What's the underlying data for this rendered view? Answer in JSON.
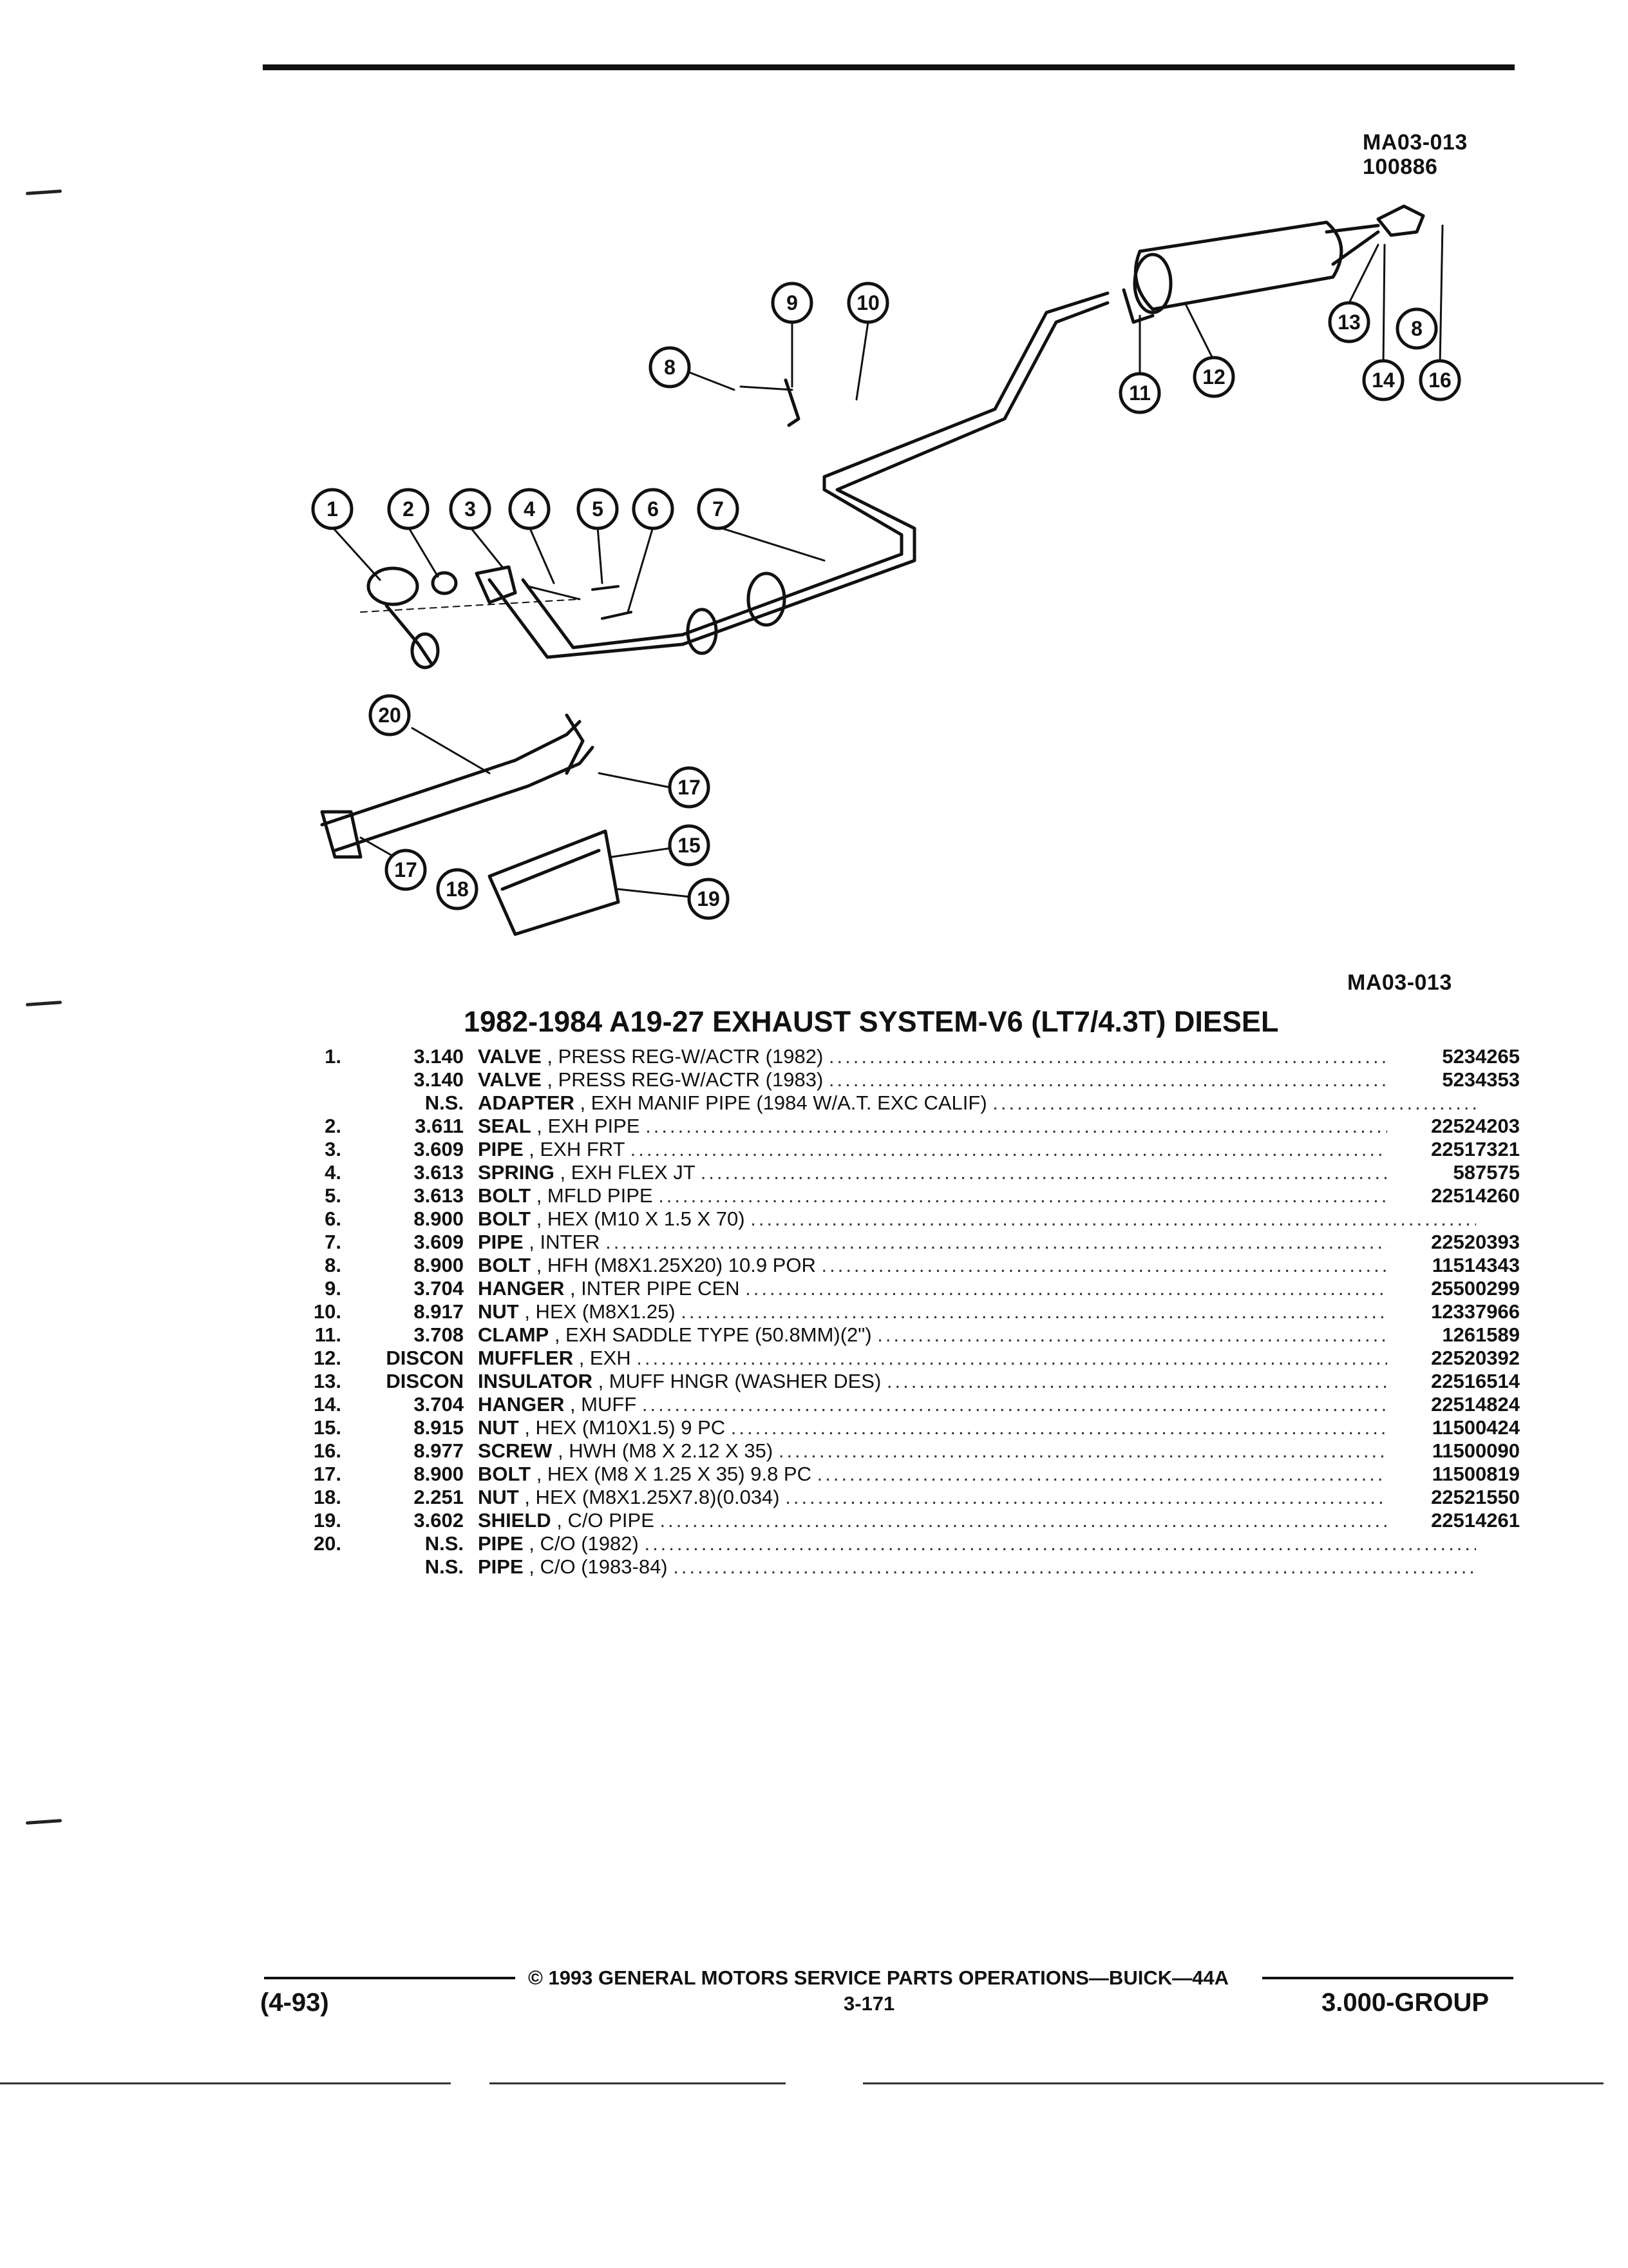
{
  "diagram": {
    "ref_code_top": "MA03-013",
    "ref_number": "100886",
    "ref_code_bottom": "MA03-013",
    "callouts": [
      "1",
      "2",
      "3",
      "4",
      "5",
      "6",
      "7",
      "8",
      "9",
      "10",
      "11",
      "12",
      "13",
      "14",
      "16",
      "8",
      "17",
      "15",
      "17",
      "18",
      "19",
      "20"
    ]
  },
  "title": "1982-1984 A19-27 EXHAUST SYSTEM-V6 (LT7/4.3T) DIESEL",
  "parts": [
    {
      "num": "1.",
      "group": "3.140",
      "name": "VALVE",
      "detail": "PRESS REG-W/ACTR (1982)",
      "part": "5234265"
    },
    {
      "num": "",
      "group": "3.140",
      "name": "VALVE",
      "detail": "PRESS REG-W/ACTR (1983)",
      "part": "5234353"
    },
    {
      "num": "",
      "group": "N.S.",
      "name": "ADAPTER",
      "detail": "EXH MANIF PIPE (1984 W/A.T. EXC CALIF)",
      "part": ""
    },
    {
      "num": "2.",
      "group": "3.611",
      "name": "SEAL",
      "detail": "EXH PIPE",
      "part": "22524203"
    },
    {
      "num": "3.",
      "group": "3.609",
      "name": "PIPE",
      "detail": "EXH FRT",
      "part": "22517321"
    },
    {
      "num": "4.",
      "group": "3.613",
      "name": "SPRING",
      "detail": "EXH FLEX JT",
      "part": "587575"
    },
    {
      "num": "5.",
      "group": "3.613",
      "name": "BOLT",
      "detail": "MFLD PIPE",
      "part": "22514260"
    },
    {
      "num": "6.",
      "group": "8.900",
      "name": "BOLT",
      "detail": "HEX (M10 X 1.5 X 70)",
      "part": ""
    },
    {
      "num": "7.",
      "group": "3.609",
      "name": "PIPE",
      "detail": "INTER",
      "part": "22520393"
    },
    {
      "num": "8.",
      "group": "8.900",
      "name": "BOLT",
      "detail": "HFH (M8X1.25X20) 10.9 POR",
      "part": "11514343"
    },
    {
      "num": "9.",
      "group": "3.704",
      "name": "HANGER",
      "detail": "INTER PIPE CEN",
      "part": "25500299"
    },
    {
      "num": "10.",
      "group": "8.917",
      "name": "NUT",
      "detail": "HEX (M8X1.25)",
      "part": "12337966"
    },
    {
      "num": "11.",
      "group": "3.708",
      "name": "CLAMP",
      "detail": "EXH SADDLE TYPE (50.8MM)(2\")",
      "part": "1261589"
    },
    {
      "num": "12.",
      "group": "DISCON",
      "name": "MUFFLER",
      "detail": "EXH",
      "part": "22520392"
    },
    {
      "num": "13.",
      "group": "DISCON",
      "name": "INSULATOR",
      "detail": "MUFF HNGR (WASHER DES)",
      "part": "22516514"
    },
    {
      "num": "14.",
      "group": "3.704",
      "name": "HANGER",
      "detail": "MUFF",
      "part": "22514824"
    },
    {
      "num": "15.",
      "group": "8.915",
      "name": "NUT",
      "detail": "HEX (M10X1.5) 9 PC",
      "part": "11500424"
    },
    {
      "num": "16.",
      "group": "8.977",
      "name": "SCREW",
      "detail": "HWH (M8 X 2.12 X 35)",
      "part": "11500090"
    },
    {
      "num": "17.",
      "group": "8.900",
      "name": "BOLT",
      "detail": "HEX (M8 X 1.25 X 35) 9.8 PC",
      "part": "11500819"
    },
    {
      "num": "18.",
      "group": "2.251",
      "name": "NUT",
      "detail": "HEX (M8X1.25X7.8)(0.034)",
      "part": "22521550"
    },
    {
      "num": "19.",
      "group": "3.602",
      "name": "SHIELD",
      "detail": "C/O PIPE",
      "part": "22514261"
    },
    {
      "num": "20.",
      "group": "N.S.",
      "name": "PIPE",
      "detail": "C/O (1982)",
      "part": ""
    },
    {
      "num": "",
      "group": "N.S.",
      "name": "PIPE",
      "detail": "C/O (1983-84)",
      "part": ""
    }
  ],
  "footer": {
    "copyright": "© 1993 GENERAL MOTORS SERVICE PARTS OPERATIONS—BUICK—44A",
    "page": "3-171",
    "date_code": "(4-93)",
    "group": "3.000-GROUP"
  }
}
